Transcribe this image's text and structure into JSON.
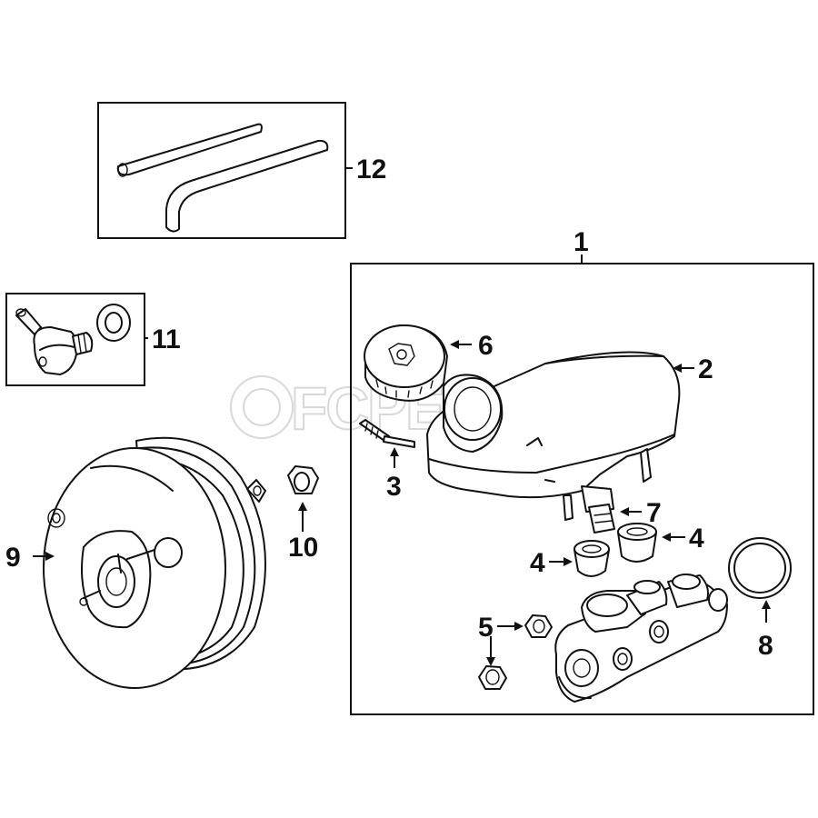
{
  "diagram": {
    "watermark": "FCPEURO",
    "callouts": {
      "c1": "1",
      "c2": "2",
      "c3": "3",
      "c4a": "4",
      "c4b": "4",
      "c5": "5",
      "c6": "6",
      "c7": "7",
      "c8": "8",
      "c9": "9",
      "c10": "10",
      "c11": "11",
      "c12": "12"
    }
  }
}
